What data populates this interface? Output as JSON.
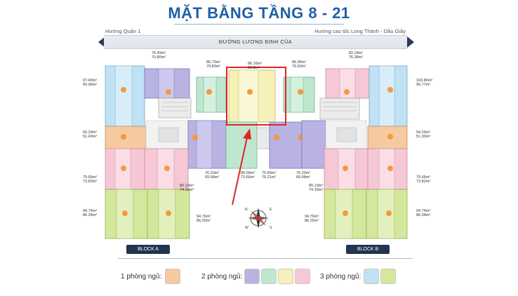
{
  "title": "MẶT BẰNG TẦNG 8 - 21",
  "directions": {
    "left": "Hướng Quận 1",
    "right": "Hướng cao tốc Long Thành - Dầu Giây"
  },
  "road": "ĐƯỜNG LƯƠNG ĐỊNH CỦA",
  "blocks": {
    "a": "BLOCK A",
    "b": "BLOCK B"
  },
  "areas": {
    "a_top_left": [
      "97.49m²",
      "90.96m²"
    ],
    "a_top_purple": [
      "76.49m²",
      "70.80m²"
    ],
    "a_top_green": [
      "86.79m²",
      "79.83m²"
    ],
    "center_yellow": [
      "86.16m²",
      "80.8m²"
    ],
    "center_green": [
      "86.96m²",
      "79.62m²"
    ],
    "b_top_pink": [
      "82.24m²",
      "76.38m²"
    ],
    "b_top_right": [
      "103.86m²",
      "96.77m²"
    ],
    "a_orange": [
      "56.29m²",
      "51.43m²"
    ],
    "b_orange": [
      "54.29m²",
      "51.30m²"
    ],
    "a_mid_purple": [
      "76.23m²",
      "69.58m²"
    ],
    "center_mid_left": [
      "80.00m²",
      "73.66m²"
    ],
    "center_mid_right": [
      "75.60m²",
      "70.21m²"
    ],
    "b_mid_purple": [
      "76.23m²",
      "69.98m²"
    ],
    "a_pink_left": [
      "79.66m²",
      "73.82m²"
    ],
    "a_pink_right": [
      "80.13m²",
      "74.16m²"
    ],
    "b_pink_left": [
      "80.13m²",
      "74.16m²"
    ],
    "b_pink_right": [
      "79.66m²",
      "73.82m²"
    ],
    "a_bottom_left": [
      "94.74m²",
      "86.28m²"
    ],
    "a_bottom_right": [
      "94.76m²",
      "86.25m²"
    ],
    "b_bottom_left": [
      "94.76m²",
      "86.25m²"
    ],
    "b_bottom_right": [
      "94.74m²",
      "86.38m²"
    ]
  },
  "compass": {
    "n": "N",
    "e": "E",
    "s": "S",
    "w": "W"
  },
  "legend": {
    "one_bed": "1 phòng ngủ:",
    "two_bed": "2 phòng ngủ:",
    "three_bed": "3 phòng ngủ:"
  },
  "colors": {
    "title": "#1f5fa8",
    "orange": "#f6c9a0",
    "purple": "#b8b3e3",
    "green2": "#bfe6cf",
    "yellow": "#f5f1b8",
    "pink": "#f6c8d6",
    "blue": "#bfe2f4",
    "lime": "#d3e89c",
    "highlight": "#e02424"
  }
}
